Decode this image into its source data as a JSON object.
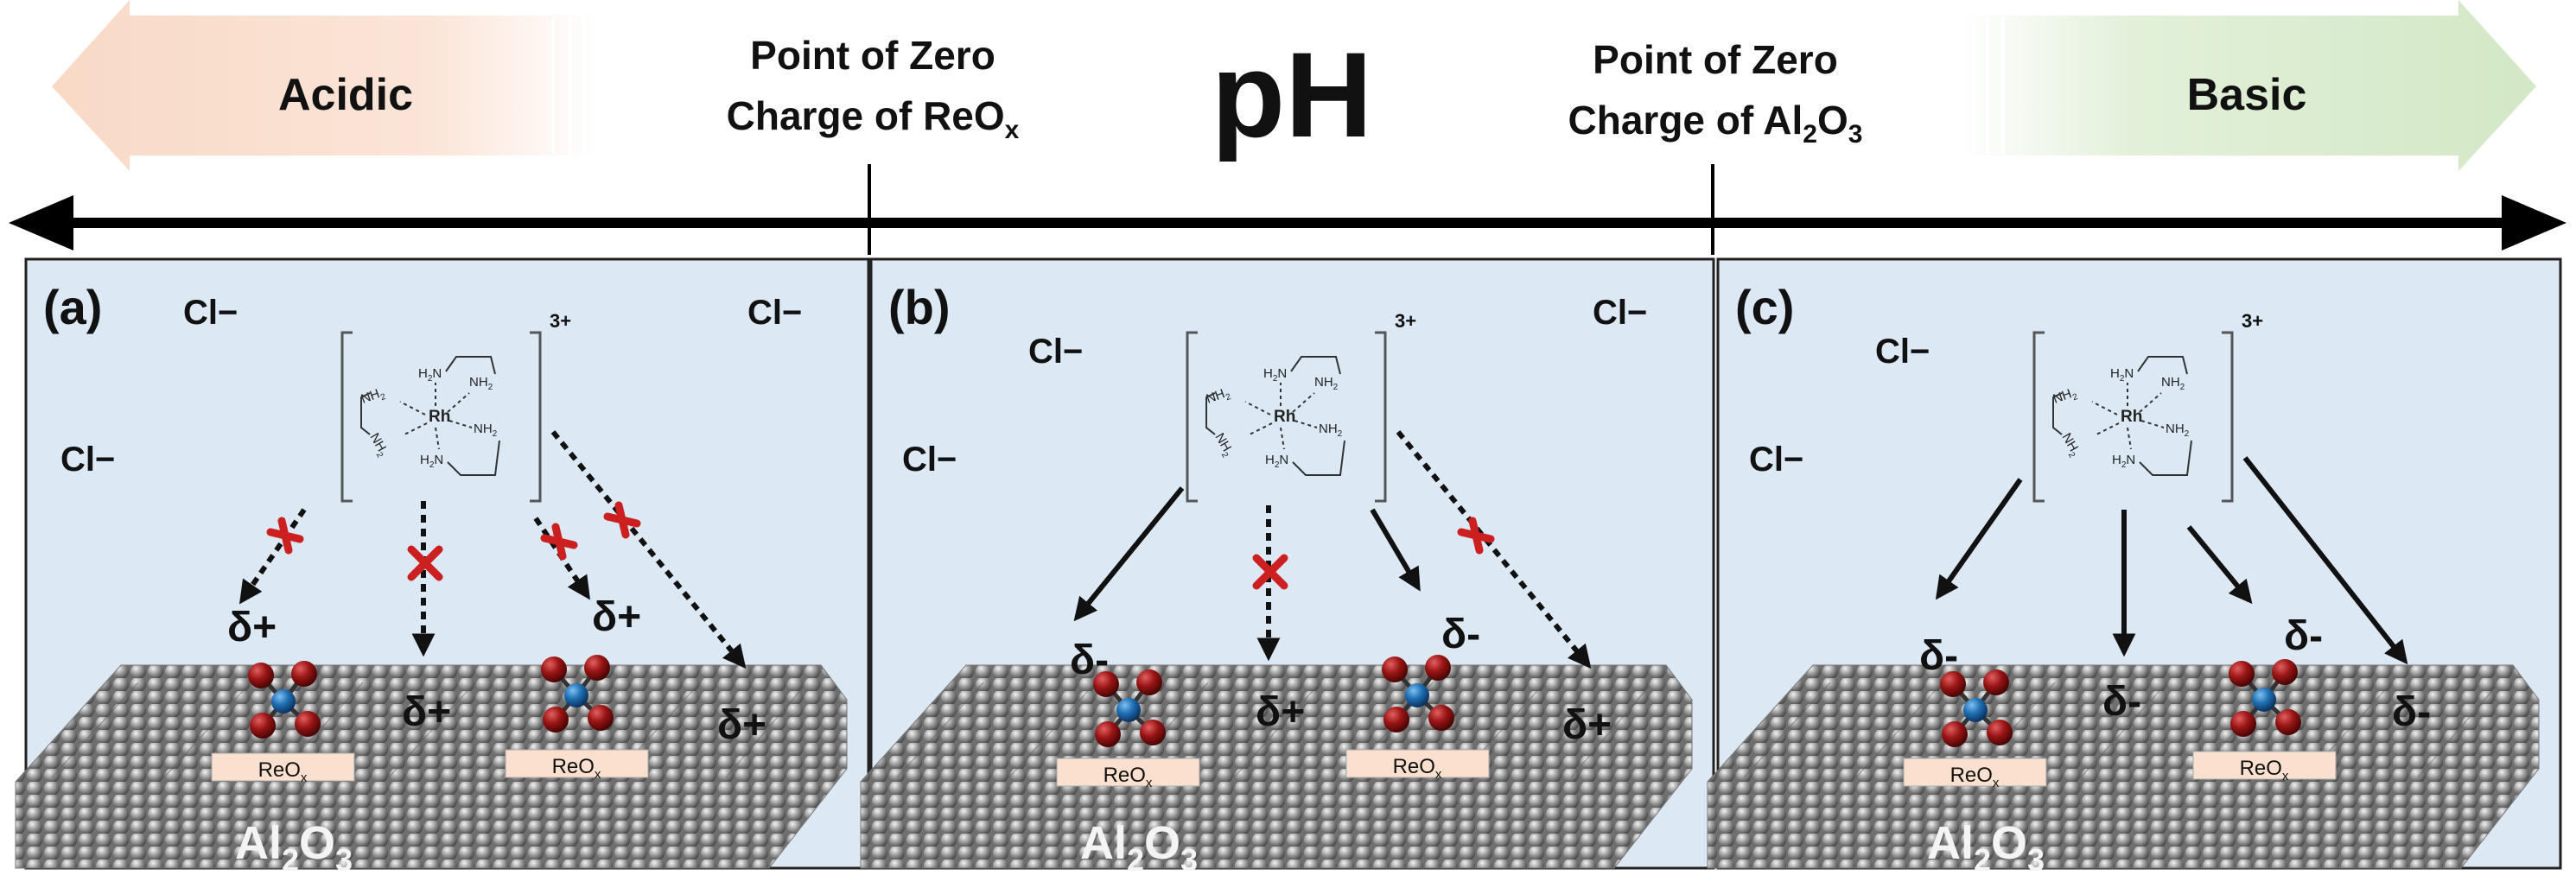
{
  "header": {
    "acidic_label": "Acidic",
    "basic_label": "Basic",
    "ph_label": "pH",
    "pzc_reox": {
      "line1": "Point of Zero",
      "line2_prefix": "Charge of ReO",
      "line2_sub": "x"
    },
    "pzc_al2o3": {
      "line1": "Point of Zero",
      "line2_prefix": "Charge of Al",
      "sub1": "2",
      "mid": "O",
      "sub2": "3"
    }
  },
  "complex": {
    "metal": "Rh",
    "ligand": "NH",
    "ligand_sub": "2",
    "ligand_h2n": "H",
    "h2n_sub": "2",
    "charge": "3+"
  },
  "chloride": "Cl−",
  "support": {
    "label_prefix": "Al",
    "sub1": "2",
    "mid": "O",
    "sub2": "3"
  },
  "reox": {
    "prefix": "ReO",
    "sub": "x"
  },
  "panels": [
    {
      "label": "(a)",
      "delta_reox": "δ+",
      "delta_al": "δ+",
      "attachment_to_reox": "blocked",
      "attachment_to_al2o3": "blocked"
    },
    {
      "label": "(b)",
      "delta_reox": "δ-",
      "delta_al": "δ+",
      "attachment_to_reox": "allowed",
      "attachment_to_al2o3": "blocked"
    },
    {
      "label": "(c)",
      "delta_reox": "δ-",
      "delta_al": "δ-",
      "attachment_to_reox": "allowed",
      "attachment_to_al2o3": "allowed"
    }
  ],
  "colors": {
    "panel_bg": "#dce8f4",
    "acidic_arrow": "#fbe3d5",
    "basic_arrow": "#dcecd2",
    "reox_box": "#fbe0cf",
    "blocked_x": "#cc1f1f",
    "oxygen": "#8e1515",
    "rhenium": "#1f6fb3",
    "sphere": "#8a8a8a"
  }
}
